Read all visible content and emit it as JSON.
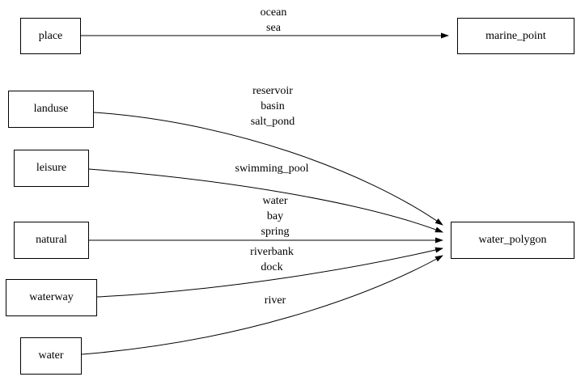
{
  "nodes": {
    "place": "place",
    "marine_point": "marine_point",
    "landuse": "landuse",
    "leisure": "leisure",
    "natural": "natural",
    "waterway": "waterway",
    "water": "water",
    "water_polygon": "water_polygon"
  },
  "edge_labels": {
    "place_marine_point": "ocean\nsea",
    "landuse_water_polygon": "reservoir\nbasin\nsalt_pond",
    "leisure_water_polygon": "swimming_pool",
    "natural_water_polygon": "water\nbay\nspring",
    "waterway_water_polygon": "riverbank\ndock",
    "water_water_polygon": "river"
  }
}
